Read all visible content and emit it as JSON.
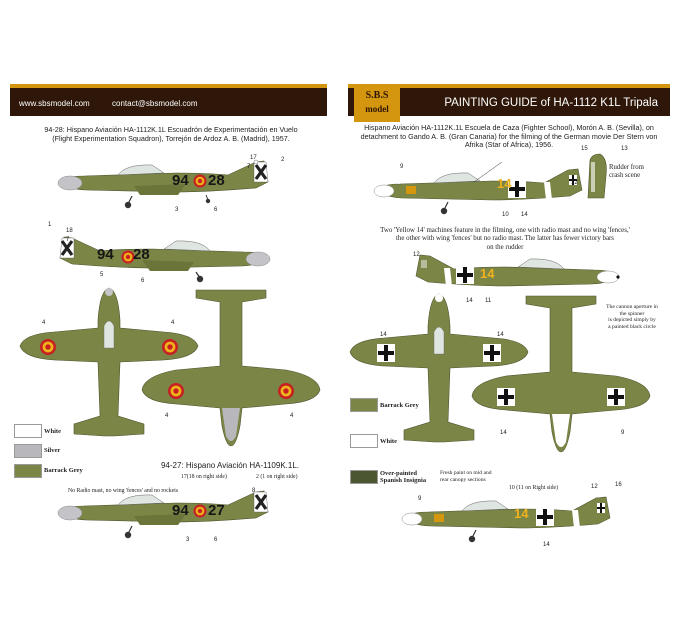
{
  "header": {
    "website": "www.sbsmodel.com",
    "email": "contact@sbsmodel.com",
    "title": "PAINTING GUIDE of HA-1112 K1L Tripala",
    "logo_line1": "S.B.S",
    "logo_line2": "model"
  },
  "left": {
    "caption1_line1": "94-28: Hispano Aviación HA-1112K.1L  Escuadrón de Experimentación en Vuelo",
    "caption1_line2": "(Flight Experimentation Squadron), Torrejón de Ardoz A. B. (Madrid), 1957.",
    "code1_a": "94",
    "code1_b": "28",
    "code2_a": "94",
    "code2_b": "28",
    "caption2": "94-27: Hispano Aviación HA-1109K.1L.",
    "note_radio": "No Radio mast, no wing 'fences' and no rockets",
    "note_17": "17(18 on right side)",
    "note_2": "2 (1 on right side)",
    "code3_a": "94",
    "code3_b": "27",
    "callouts": [
      "17",
      "7",
      "2",
      "3",
      "6",
      "1",
      "18",
      "7",
      "5",
      "6",
      "4",
      "4",
      "4",
      "4",
      "5",
      "8",
      "3",
      "6"
    ]
  },
  "right": {
    "caption1_line1": "Hispano Aviación HA-1112K.1L Escuela de Caza (Fighter School), Morón A. B. (Sevilla), on",
    "caption1_line2": "detachment to Gando A. B. (Gran Canaria) for the filming of the German movie Der Stern von",
    "caption1_line3": "Afrika (Star of Africa), 1956.",
    "rudder_note_line1": "Rudder from",
    "rudder_note_line2": "crash scene",
    "yellow_code": "14",
    "note_two_line1": "Two 'Yellow 14' machines feature in the filming, one with radio mast and no wing 'fences,'",
    "note_two_line2": "the other with wing 'fences' but no radio mast. The latter has fewer victory bars",
    "note_two_line3": "on the rudder",
    "spinner_note_line1": "The cannon aperture in",
    "spinner_note_line2": "the spinner",
    "spinner_note_line3": "is depicted simply by",
    "spinner_note_line4": "a painted black circle",
    "fresh_paint_line1": "Fresh paint on mid and",
    "fresh_paint_line2": "rear canopy sections",
    "note_10": "10 (11 on Right side)",
    "callouts": [
      "15",
      "13",
      "9",
      "12",
      "10",
      "14",
      "12",
      "11",
      "14",
      "14",
      "14",
      "14",
      "9",
      "12",
      "16",
      "14"
    ]
  },
  "legend": {
    "white": "White",
    "silver": "Silver",
    "barrack_grey": "Barrack Grey",
    "over_painted_line1": "Over-painted",
    "over_painted_line2": "Spanish Insignia"
  },
  "colors": {
    "header_bg": "#2e1608",
    "accent": "#d4960f",
    "barrack_grey": "#7b8646",
    "silver": "#b8b8bc",
    "white": "#ffffff",
    "over_painted": "#4c5630",
    "yellow_code": "#f0b21c"
  }
}
